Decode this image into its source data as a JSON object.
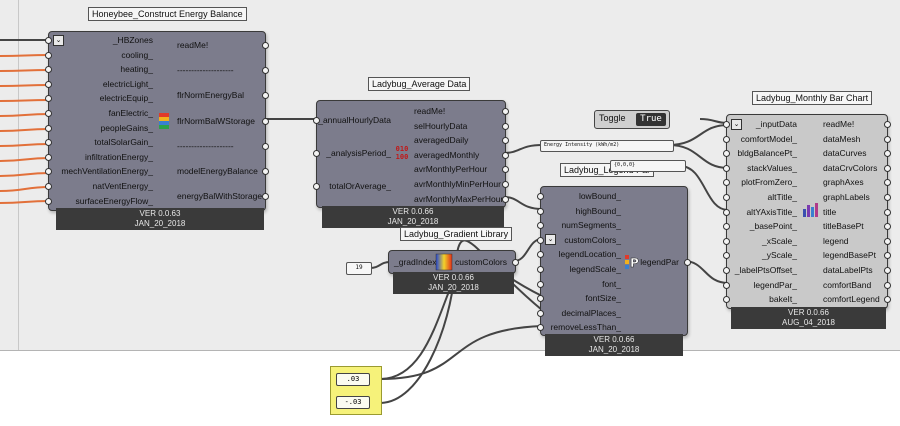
{
  "energy_balance": {
    "title": "Honeybee_Construct Energy Balance",
    "inputs": [
      "_HBZones",
      "cooling_",
      "heating_",
      "electricLight_",
      "electricEquip_",
      "fanElectric_",
      "peopleGains_",
      "totalSolarGain_",
      "infiltrationEnergy_",
      "mechVentilationEnergy_",
      "natVentEnergy_",
      "surfaceEnergyFlow_"
    ],
    "outputs": [
      "readMe!",
      "--------------------",
      "flrNormEnergyBal",
      "flrNormBalWStorage",
      "--------------------",
      "modelEnergyBalance",
      "energyBalWithStorage"
    ],
    "version": "VER 0.0.63",
    "date": "JAN_20_2018"
  },
  "average_data": {
    "title": "Ladybug_Average Data",
    "inputs": [
      "_annualHourlyData",
      "_analysisPeriod_",
      "totalOrAverage_"
    ],
    "outputs": [
      "readMe!",
      "selHourlyData",
      "averagedDaily",
      "averagedMonthly",
      "avrMonthlyPerHour",
      "avrMonthlyMinPerHour",
      "avrMonthlyMaxPerHour"
    ],
    "version": "VER 0.0.66",
    "date": "JAN_20_2018",
    "icon_text": "010\n100"
  },
  "gradient_library": {
    "title": "Ladybug_Gradient Library",
    "inputs": [
      "_gradIndex"
    ],
    "outputs": [
      "customColors"
    ],
    "version": "VER 0.0.66",
    "date": "JAN_20_2018",
    "index_value": "19"
  },
  "legend_par": {
    "title": "Ladybug_Legend Par",
    "inputs": [
      "lowBound_",
      "highBound_",
      "numSegments_",
      "customColors_",
      "legendLocation_",
      "legendScale_",
      "font_",
      "fontSize_",
      "decimalPlaces_",
      "removeLessThan_"
    ],
    "outputs": [
      "legendPar"
    ],
    "version": "VER 0.0.66",
    "date": "JAN_20_2018"
  },
  "bar_chart": {
    "title": "Ladybug_Monthly Bar Chart",
    "inputs": [
      "_inputData",
      "comfortModel_",
      "bldgBalancePt_",
      "stackValues_",
      "plotFromZero_",
      "altTitle_",
      "altYAxisTitle_",
      "_basePoint_",
      "_xScale_",
      "_yScale_",
      "_labelPtsOffset_",
      "legendPar_",
      "bakeIt_"
    ],
    "outputs": [
      "readMe!",
      "dataMesh",
      "dataCurves",
      "dataCrvColors",
      "graphAxes",
      "graphLabels",
      "title",
      "titleBasePt",
      "legend",
      "legendBasePt",
      "dataLabelPts",
      "comfortBand",
      "comfortLegend"
    ],
    "version": "VER 0.0.66",
    "date": "AUG_04_2018"
  },
  "toggle": {
    "label": "Toggle",
    "value": "True"
  },
  "panels": {
    "energy_intensity": "Energy Intensity (kWh/m2)",
    "point": "{0,0,0}",
    "slider_a": ".03",
    "slider_b": "-.03"
  },
  "colors": {
    "canvas": "#ececec",
    "component": "#7c7c8c",
    "wire_orange": "#e2703a",
    "wire_gray": "#444444",
    "sticky": "#f6f27a"
  }
}
